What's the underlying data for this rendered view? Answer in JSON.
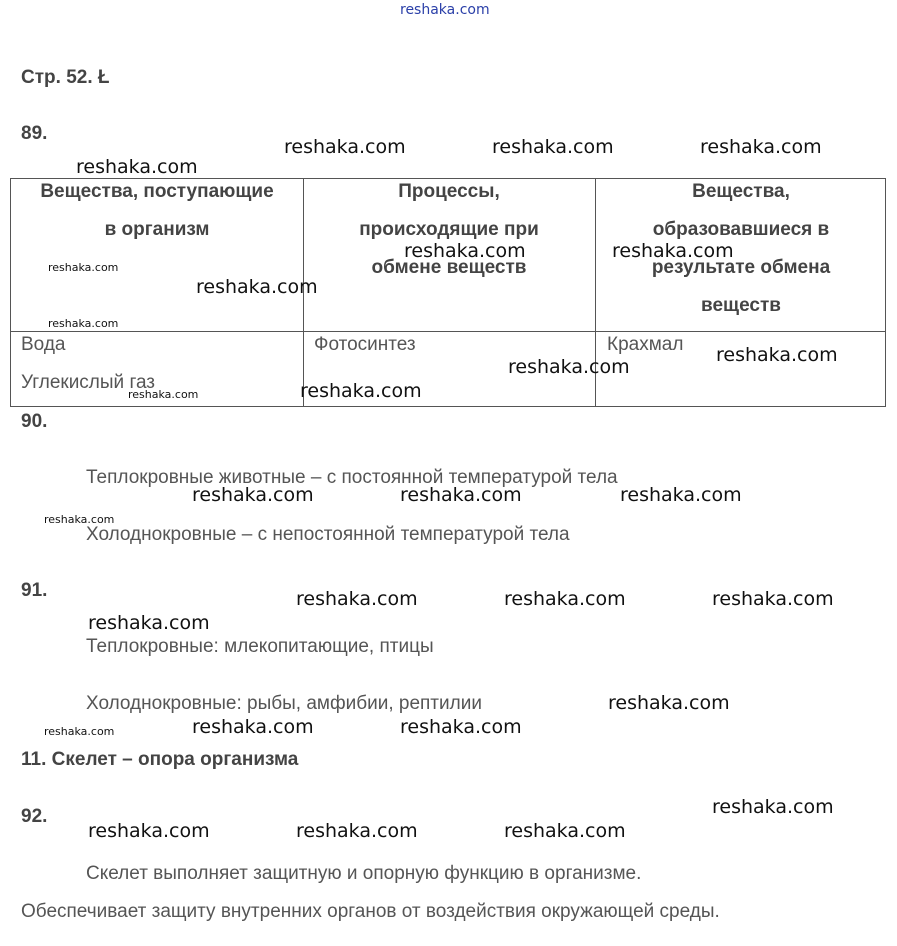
{
  "watermark": {
    "top": "reshaka.com",
    "text": "reshaka.com"
  },
  "page_ref": "Стр. 52. Ł",
  "q89": {
    "number": "89.",
    "table": {
      "headers": [
        [
          "Вещества, поступающие",
          "в организм"
        ],
        [
          "Процессы,",
          "происходящие при",
          "обмене веществ"
        ],
        [
          "Вещества,",
          "образовавшиеся в",
          "результате обмена",
          "веществ"
        ]
      ],
      "col1": [
        "Вода",
        "Углекислый газ"
      ],
      "col2": [
        "Фотосинтез"
      ],
      "col3": [
        "Крахмал"
      ]
    }
  },
  "q90": {
    "number": "90.",
    "lines": [
      "Теплокровные животные – с постоянной температурой тела",
      "Холоднокровные – с непостоянной температурой тела"
    ]
  },
  "q91": {
    "number": "91.",
    "lines": [
      "Теплокровные: млекопитающие, птицы",
      "Холоднокровные: рыбы, амфибии, рептилии"
    ]
  },
  "section": "11. Скелет – опора организма",
  "q92": {
    "number": "92.",
    "lines": [
      "Скелет выполняет защитную и опорную функцию в организме.",
      "Обеспечивает защиту внутренних органов от воздействия окружающей среды."
    ]
  }
}
